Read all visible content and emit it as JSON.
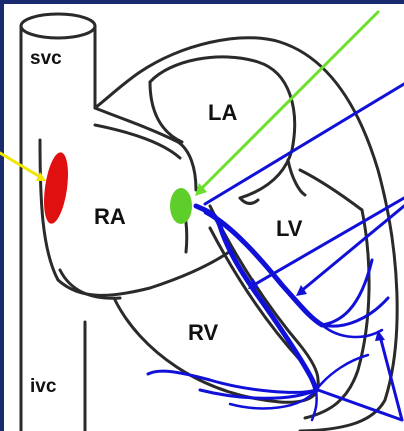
{
  "labels": {
    "svc": "svc",
    "ivc": "ivc",
    "la": "LA",
    "ra": "RA",
    "lv": "LV",
    "rv": "RV"
  },
  "colors": {
    "outline": "#2a2a2a",
    "conduction": "#1010d8",
    "sa_node": "#e01010",
    "av_node": "#5ecf2a",
    "pointer_yellow": "#f2e600",
    "pointer_green": "#6be02a",
    "frame": "#1a2a6e",
    "background": "#ffffff"
  },
  "icons": {
    "sa_node": "red-oval-node",
    "av_node": "green-oval-node"
  }
}
